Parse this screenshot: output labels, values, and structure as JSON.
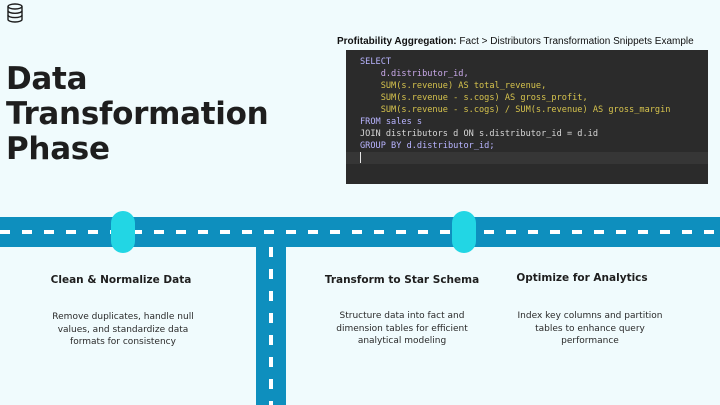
{
  "header": {
    "icon": "database-icon",
    "title": "Data Transformation Phase"
  },
  "code_snippet": {
    "caption_bold": "Profitability Aggregation:",
    "caption_rest": " Fact > Distributors Transformation Snippets Example",
    "lines": [
      "SELECT",
      "    d.distributor_id,",
      "    SUM(s.revenue) AS total_revenue,",
      "    SUM(s.revenue - s.cogs) AS gross_profit,",
      "    SUM(s.revenue - s.cogs) / SUM(s.revenue) AS gross_margin",
      "FROM sales s",
      "JOIN distributors d ON s.distributor_id = d.id",
      "GROUP BY d.distributor_id;"
    ]
  },
  "steps": [
    {
      "title": "Clean & Normalize Data",
      "description": "Remove duplicates, handle null values, and standardize data formats for consistency"
    },
    {
      "title": "Transform to Star Schema",
      "description": "Structure data into fact and dimension tables for efficient analytical modeling"
    },
    {
      "title": "Optimize for Analytics",
      "description": "Index key columns and partition tables to enhance query performance"
    }
  ],
  "colors": {
    "road": "#0e8fbe",
    "marker": "#22d6e4",
    "background": "#f0fbfd",
    "code_background": "#2b2b2b"
  }
}
